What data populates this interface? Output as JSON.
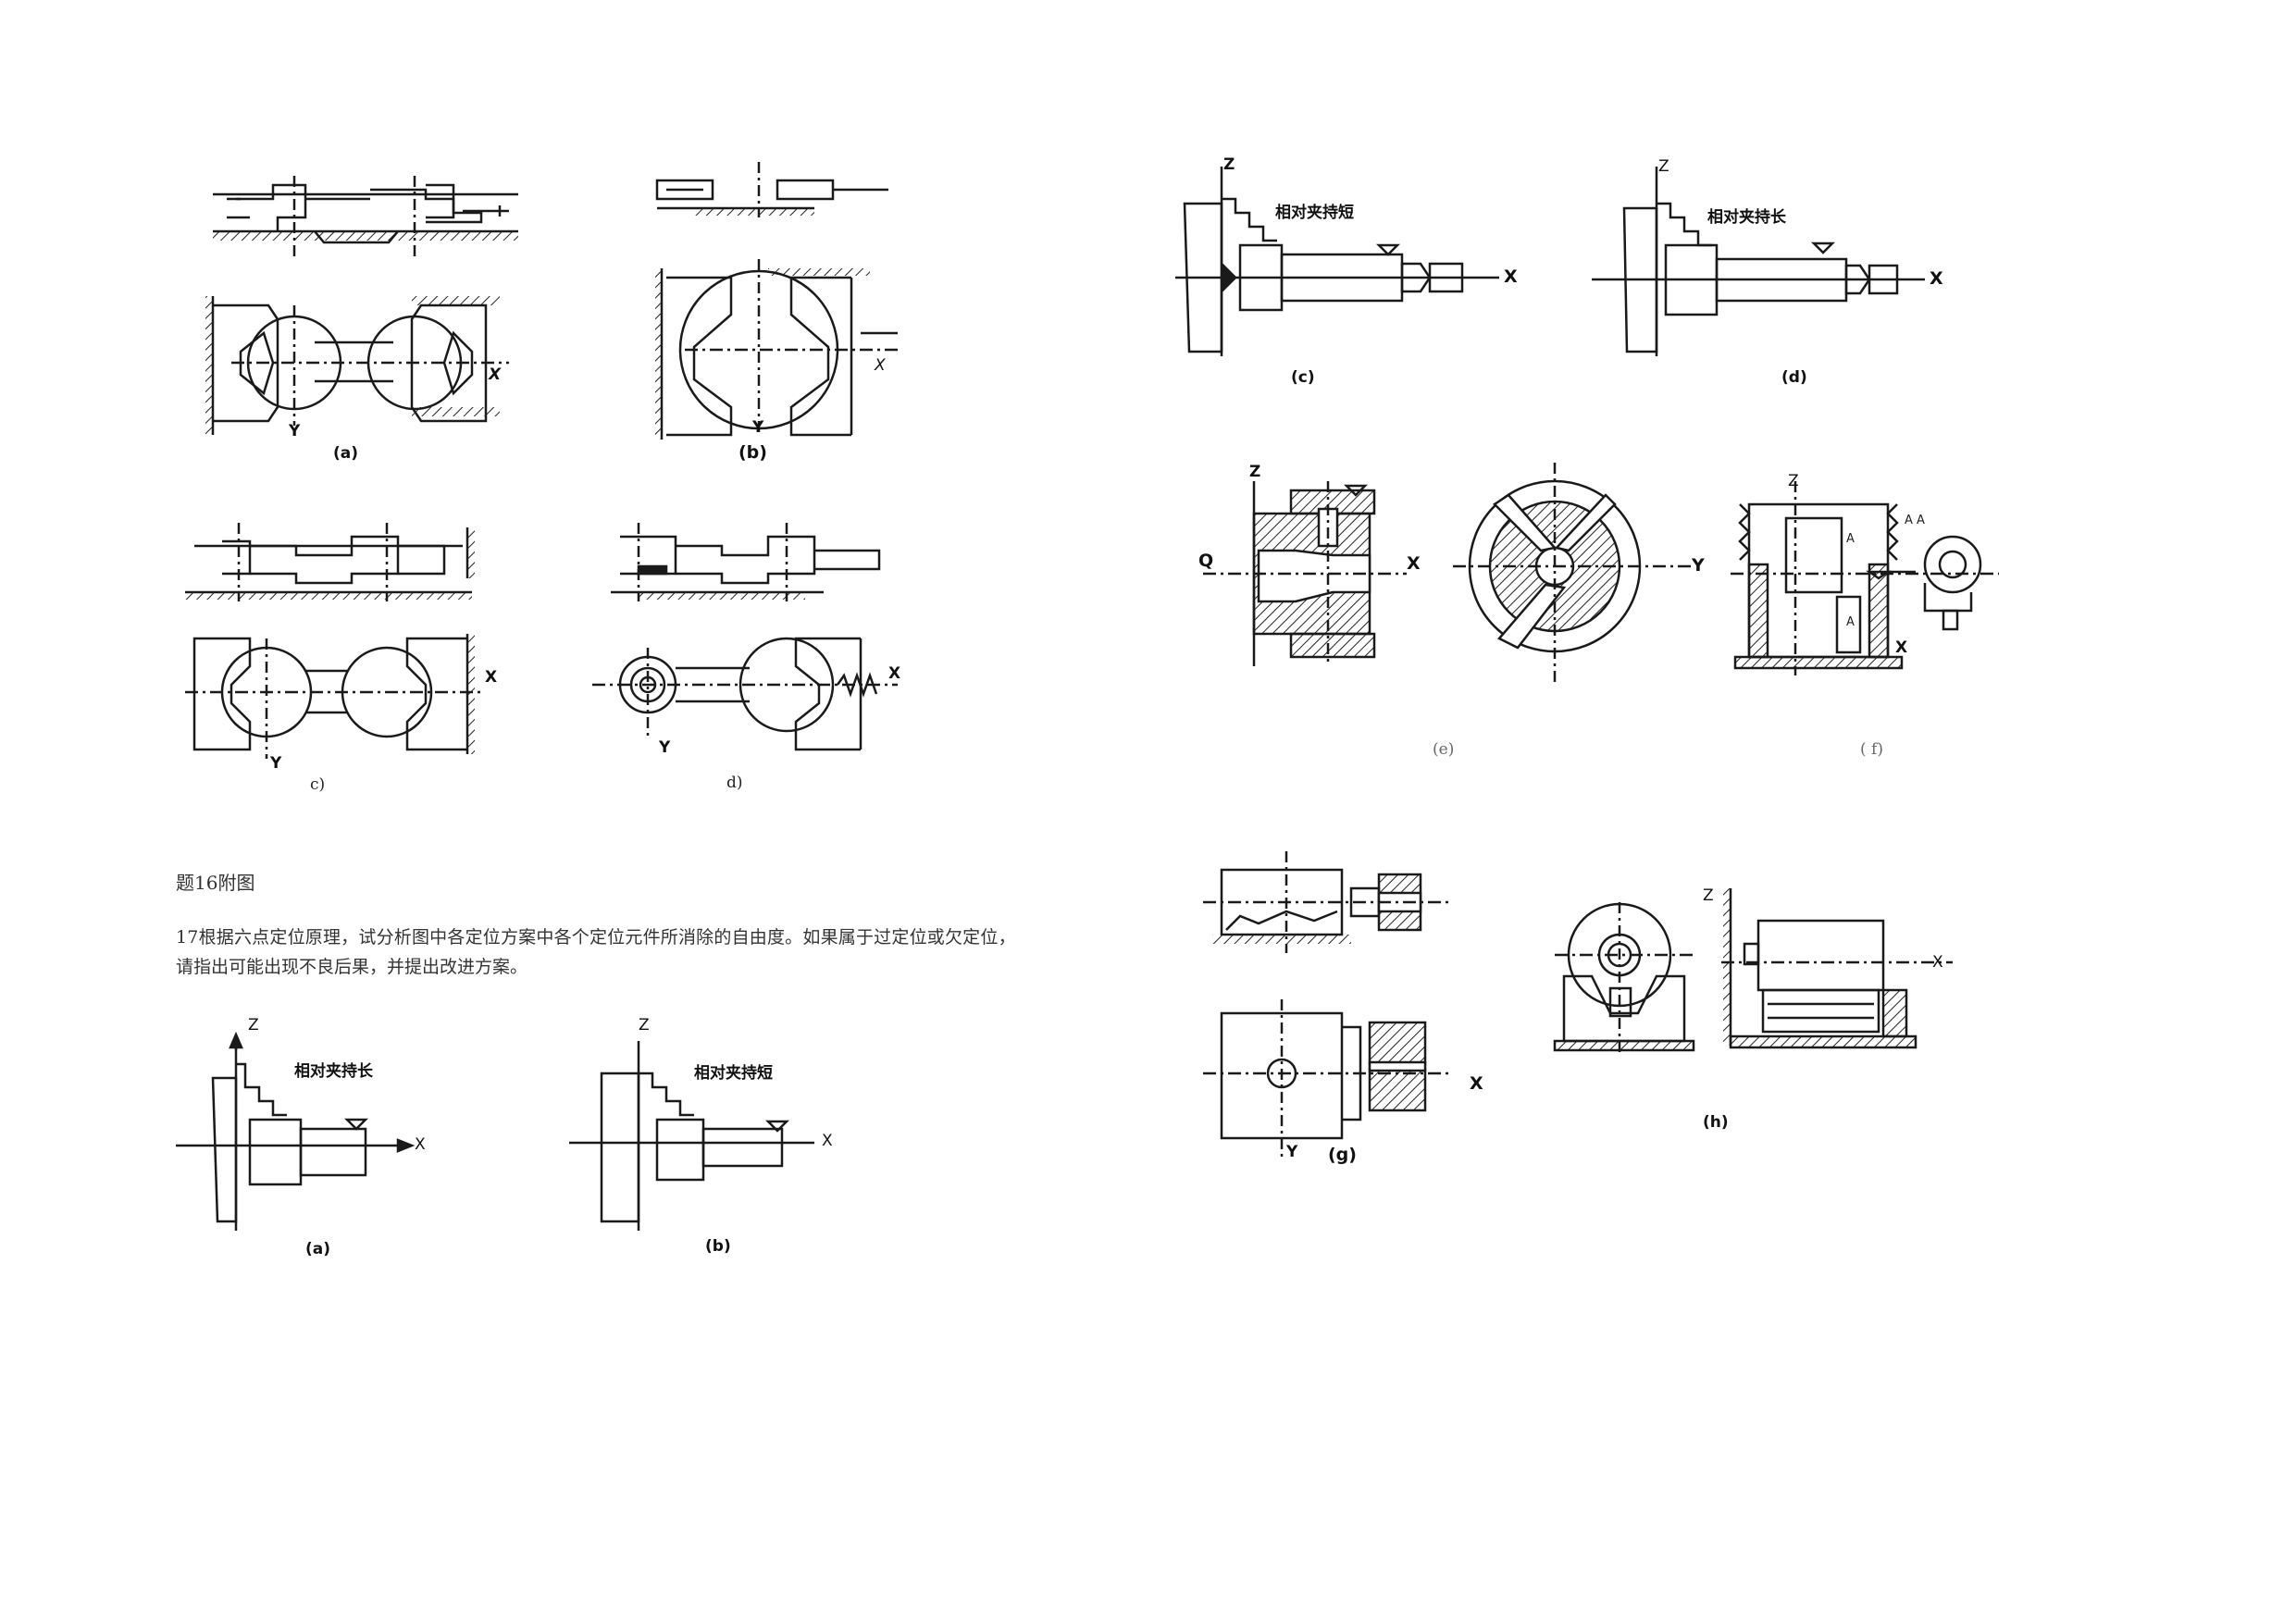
{
  "text": {
    "fig16_title": "题16附图",
    "q17_line1": "17根据六点定位原理，试分析图中各定位方案中各个定位元件所消除的自由度。如果属于过定位或欠定位，",
    "q17_line2": "请指出可能出现不良后果，并提出改进方案。"
  },
  "fig16": {
    "a": {
      "caption": "(a)",
      "axis_y": "Y",
      "axis_x": "X"
    },
    "b": {
      "caption": "(b)",
      "axis_y": "Y",
      "axis_x": "X"
    },
    "c": {
      "caption": "c)",
      "axis_y": "Y",
      "axis_x": "X"
    },
    "d": {
      "caption": "d)",
      "axis_y": "Y",
      "axis_x": "X"
    }
  },
  "fig17": {
    "a": {
      "caption": "(a)",
      "note": "相对夹持长",
      "axis_z": "Z",
      "axis_x": "X"
    },
    "b": {
      "caption": "(b)",
      "note": "相对夹持短",
      "axis_z": "Z",
      "axis_x": "X"
    },
    "c": {
      "caption": "(c)",
      "note": "相对夹持短",
      "axis_z": "Z",
      "axis_x": "X"
    },
    "d": {
      "caption": "(d)",
      "note": "相对夹持长",
      "axis_z": "Z",
      "axis_x": "X"
    },
    "e": {
      "caption": "(e)",
      "axis_z": "Z",
      "axis_q": "Q",
      "axis_x": "X",
      "axis_y": "Y"
    },
    "f": {
      "caption": "( f)",
      "axis_z": "Z",
      "axis_x": "X",
      "section": "A  A",
      "mark1": "A",
      "mark2": "A"
    },
    "g": {
      "caption": "(g)",
      "axis_y": "Y",
      "axis_x": "X"
    },
    "h": {
      "caption": "(h)",
      "axis_z": "Z",
      "axis_x": "X"
    }
  }
}
